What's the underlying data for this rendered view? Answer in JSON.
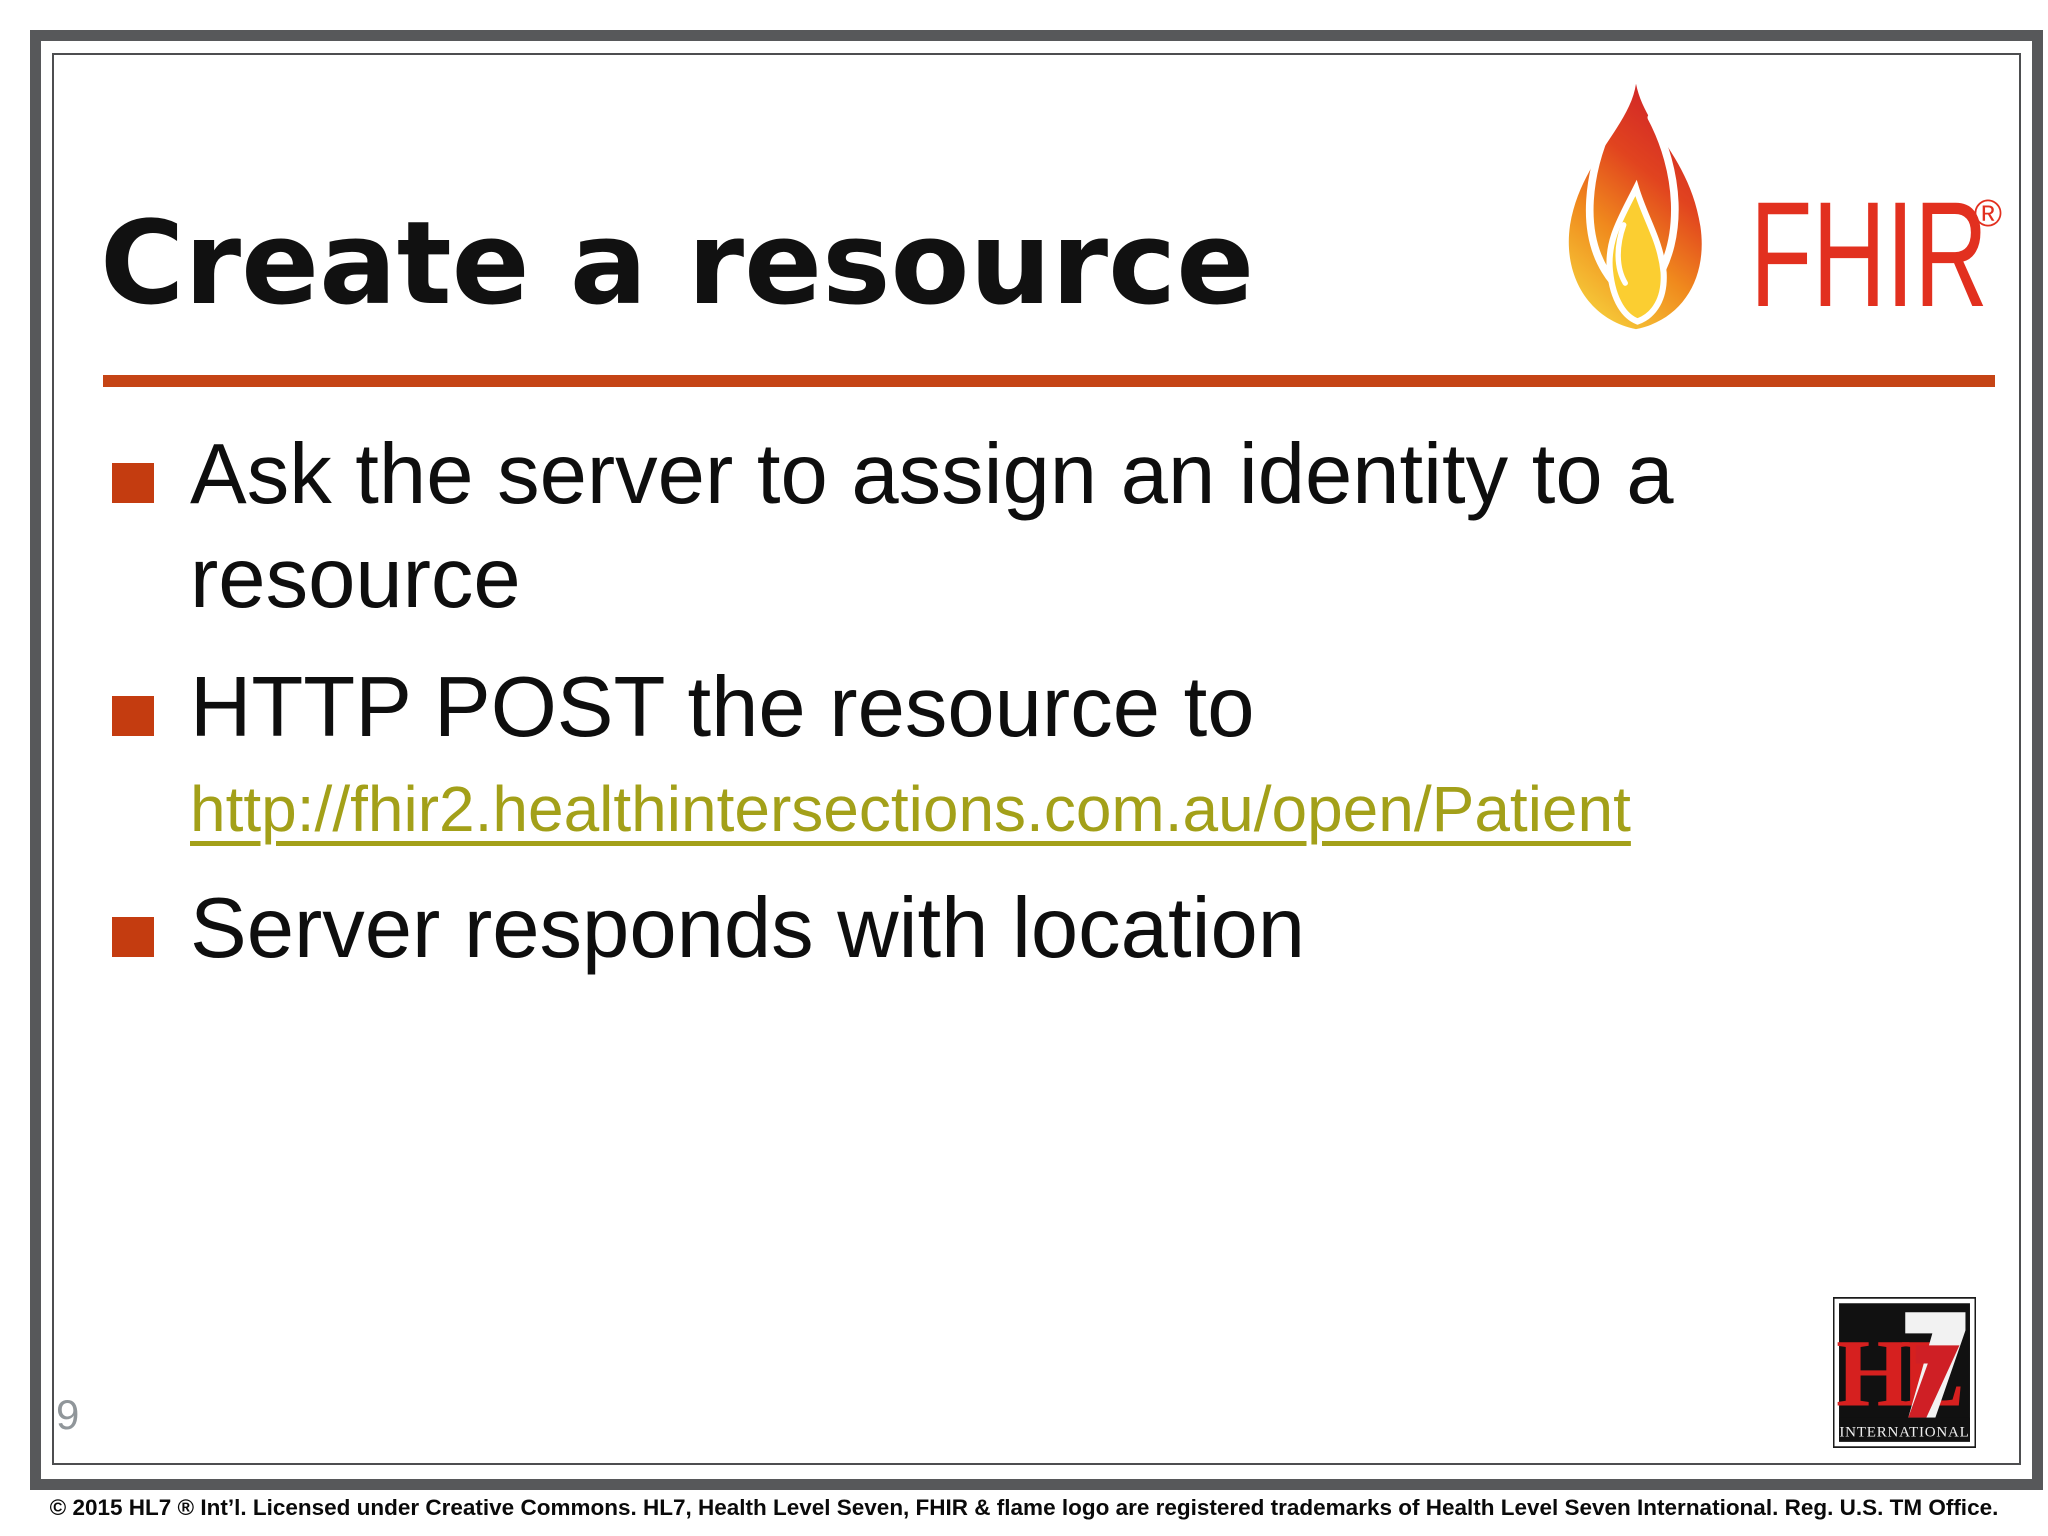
{
  "colors": {
    "accent_rule": "#C54415",
    "bullet_square": "#C43C10",
    "link_olive": "#A3A019",
    "fhir_red": "#E2301F",
    "frame_gray": "#57585A",
    "page_number_gray": "#90969A"
  },
  "slide": {
    "title": "Create a resource",
    "page_number": "9",
    "bullets": [
      {
        "lines": [
          "Ask the server to assign an identity to a",
          "resource"
        ]
      },
      {
        "lines": [
          "HTTP POST the resource to"
        ],
        "link": "http://fhir2.healthintersections.com.au/open/Patient"
      },
      {
        "lines": [
          "Server responds with location"
        ]
      }
    ],
    "fhir_logo": {
      "wordmark": "FHIR",
      "registered_mark": "®"
    },
    "hl7_logo": {
      "letters": "HL",
      "seven": "7",
      "caption": "INTERNATIONAL"
    }
  },
  "footer": {
    "text": "© 2015 HL7 ® Int’l. Licensed under Creative Commons. HL7, Health Level Seven, FHIR & flame logo are registered trademarks of Health Level Seven International. Reg. U.S. TM Office."
  }
}
